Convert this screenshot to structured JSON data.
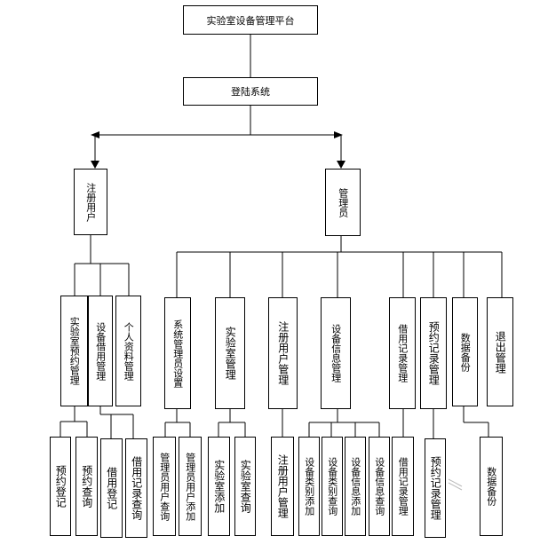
{
  "diagram": {
    "root": "实验室设备管理平台",
    "login": "登陆系统",
    "registered_user": "注册用户",
    "admin": "管理员",
    "user_modules": [
      {
        "key": "lab_reservation",
        "label": "实验室预约管理",
        "children": [
          "预约登记",
          "预约查询"
        ]
      },
      {
        "key": "equipment_borrow",
        "label": "设备借用管理",
        "children": [
          "借用登记",
          "借用记录查询"
        ]
      },
      {
        "key": "personal_info",
        "label": "个人资料管理",
        "children": []
      }
    ],
    "admin_modules": [
      {
        "key": "sysadmin_settings",
        "label": "系统管理员设置",
        "children": [
          "管理员用户查询",
          "管理员用户添加"
        ]
      },
      {
        "key": "lab_management",
        "label": "实验室管理",
        "children": [
          "实验室添加",
          "实验室查询"
        ]
      },
      {
        "key": "registered_user_mgmt",
        "label": "注册用户管理",
        "children": [
          "注册用户管理"
        ]
      },
      {
        "key": "equipment_info_mgmt",
        "label": "设备信息管理",
        "children": [
          "设备类别添加",
          "设备类别查询",
          "设备信息添加",
          "设备信息查询"
        ]
      },
      {
        "key": "borrow_record_mgmt",
        "label": "借用记录管理",
        "children": [
          "借用记录管理"
        ]
      },
      {
        "key": "reservation_record_mgmt",
        "label": "预约记录管理",
        "children": [
          "预约记录管理"
        ]
      },
      {
        "key": "data_backup",
        "label": "数据备份",
        "children": [
          "数据备份"
        ]
      },
      {
        "key": "logout",
        "label": "退出管理",
        "children": []
      }
    ]
  }
}
